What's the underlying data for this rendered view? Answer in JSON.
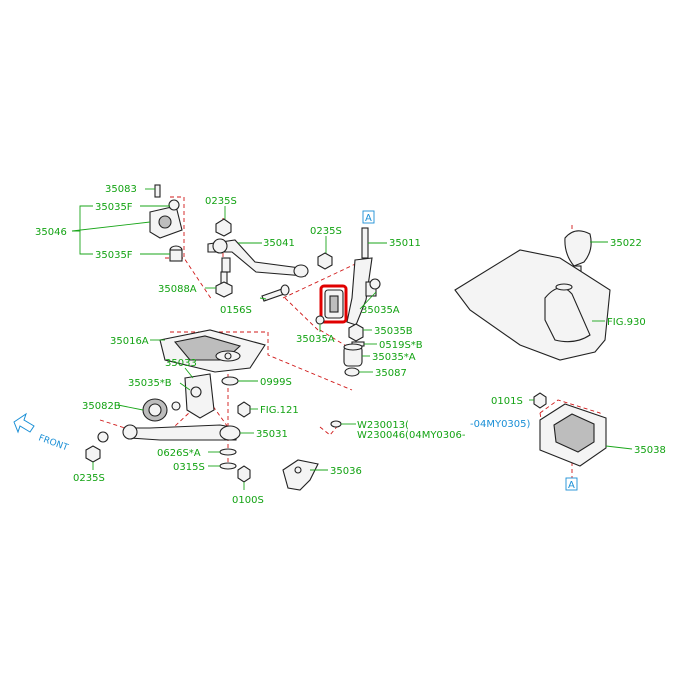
{
  "labels": {
    "p35083": "35083",
    "p35035F_top": "35035F",
    "p35046": "35046",
    "p35035F_bot": "35035F",
    "p0235S_a": "0235S",
    "p35041": "35041",
    "p0235S_b": "0235S",
    "p35011": "35011",
    "p35022": "35022",
    "p35088A": "35088A",
    "p35035A_r": "35035A",
    "p0156S": "0156S",
    "pFIG930": "FIG.930",
    "p35016A": "35016A",
    "p35035A_l": "35035A",
    "p35035B": "35035B",
    "p0519SB": "0519S*B",
    "p35033": "35033",
    "p35035A_star": "35035*A",
    "p35087": "35087",
    "p35035B_star": "35035*B",
    "p0999S": "0999S",
    "p35082B": "35082B",
    "pFIG121": "FIG.121",
    "p0101S": "0101S",
    "pW230013": "W230013(",
    "pW230046": "W230046(04MY0306-",
    "p04MY0305": "-04MY0305)",
    "p35031": "35031",
    "p35038": "35038",
    "p0626SA": "0626S*A",
    "p0315S": "0315S",
    "p35036": "35036",
    "p0235S_c": "0235S",
    "p0100S": "0100S",
    "front": "FRONT",
    "refA_top": "A",
    "refA_bottom": "A"
  },
  "colors": {
    "label_green": "#13a313",
    "label_blue": "#1a8fd6",
    "dash_red": "#d01818",
    "highlight_red": "#e00000"
  },
  "highlight": {
    "part": "35035A (highlighted bushing)"
  }
}
